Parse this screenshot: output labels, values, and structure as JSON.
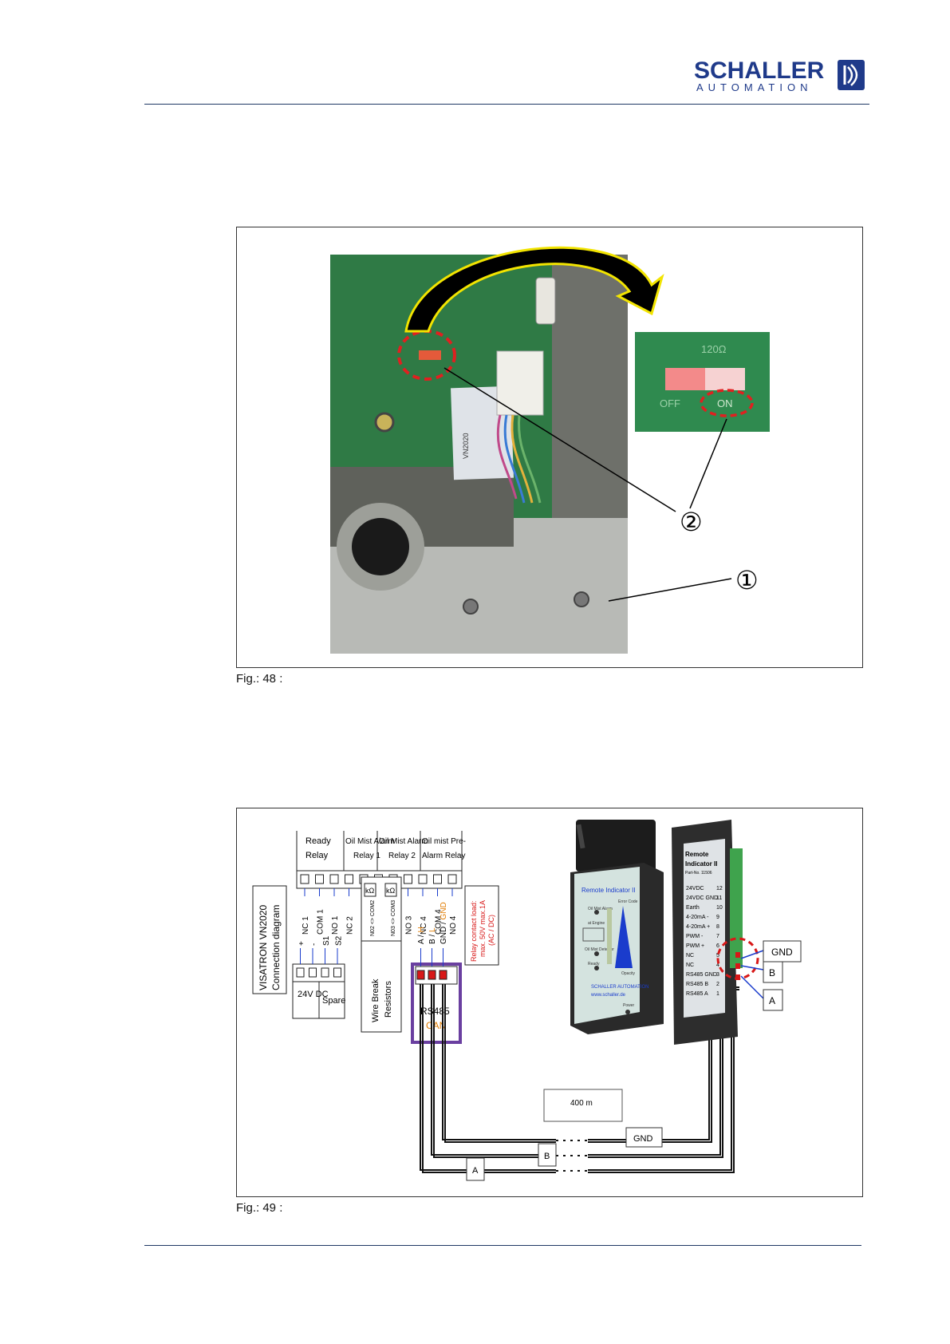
{
  "header": {
    "logo_word": "SCHALLER",
    "logo_sub": "AUTOMATION"
  },
  "fig48": {
    "caption": "Fig.: 48 :",
    "photo": {
      "switch_label_top": "120Ω",
      "switch_off": "OFF",
      "switch_on": "ON",
      "callout_1": "①",
      "callout_2": "②",
      "board_text": "VN2020",
      "colors": {
        "highlight": "#e02020",
        "arrow": "#000000",
        "arrow_outline": "#f2e400",
        "pcb": "#2f7a45"
      }
    }
  },
  "fig49": {
    "caption": "Fig.: 49 :",
    "diagram": {
      "title_line1": "VISATRON VN2020",
      "title_line2": "Connection diagram",
      "relay_groups": [
        {
          "line1": "Ready",
          "line2": "Relay"
        },
        {
          "line1": "Oil Mist Alarm",
          "line2": "Relay 1"
        },
        {
          "line1": "Oil Mist Alarm",
          "line2": "Relay 2"
        },
        {
          "line1": "Oil mist Pre-",
          "line2": "Alarm Relay"
        }
      ],
      "relay_terminals": [
        "NC 1",
        "COM 1",
        "NO 1",
        "NC 2",
        "COM 2",
        "NO 2",
        "COM 3",
        "NO 3",
        "NC 4",
        "COM 4",
        "NO 4"
      ],
      "wire_break_resistors": {
        "label_line1": "Wire Break",
        "label_line2": "Resistors",
        "r1": "N02 <> COM2",
        "r2": "N03 <> COM3",
        "ohm": "kΩ"
      },
      "power_terminals": [
        "+",
        "-",
        "S1",
        "S2"
      ],
      "power_group": "24V DC",
      "spare_group": "Spare",
      "rs485_terminals": [
        {
          "a": "A",
          "b": "H"
        },
        {
          "a": "B",
          "b": "L"
        },
        {
          "a": "GND",
          "b": "GND"
        }
      ],
      "rs485_label": "RS485",
      "can_label": "CAN",
      "relay_load_line1": "Relay contact load:",
      "relay_load_line2": "max. 50V max.1A",
      "relay_load_line3": "(AC / DC)",
      "indicator_front": {
        "title": "Remote Indicator II",
        "oil_mist_alarm": "Oil Mist Alarm",
        "at_engine": "at Engine",
        "detector": "Oil Mist Detector",
        "ready": "Ready",
        "error_code": "Error Code",
        "opacity": "Opacity",
        "brand": "SCHALLER AUTOMATION",
        "web": "www.schaller.de",
        "power": "Power"
      },
      "indicator_back": {
        "title_line1": "Remote",
        "title_line2": "Indicator II",
        "part_no": "Part-No. 11506",
        "pins": [
          "24VDC",
          "24VDC GND",
          "Earth",
          "4-20mA -",
          "4-20mA +",
          "PWM -",
          "PWM +",
          "NC",
          "NC",
          "RS485 GND",
          "RS485 B",
          "RS485 A"
        ],
        "pin_numbers": [
          "12",
          "11",
          "10",
          "9",
          "8",
          "7",
          "6",
          "5",
          "4",
          "3",
          "2",
          "1"
        ]
      },
      "cable_length": "400 m",
      "wire_labels": {
        "gnd": "GND",
        "b": "B",
        "a": "A"
      },
      "side_labels": {
        "gnd": "GND",
        "b": "B",
        "a": "A"
      },
      "colors": {
        "purple": "#6a3fa0",
        "orange": "#e07b00",
        "red": "#d81818",
        "blue": "#1a3ccc",
        "green": "#3fa34d"
      }
    }
  }
}
